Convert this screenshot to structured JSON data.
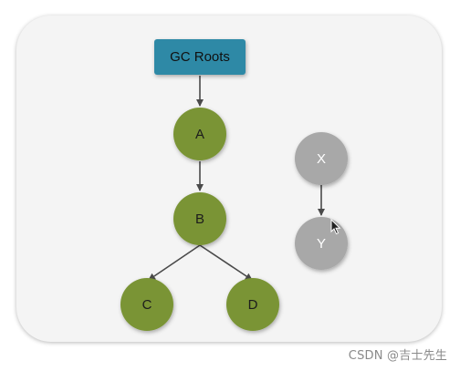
{
  "diagram": {
    "root": {
      "id": "gc-roots",
      "label": "GC Roots"
    },
    "nodes": [
      {
        "id": "a",
        "label": "A",
        "reachable": true
      },
      {
        "id": "b",
        "label": "B",
        "reachable": true
      },
      {
        "id": "c",
        "label": "C",
        "reachable": true
      },
      {
        "id": "d",
        "label": "D",
        "reachable": true
      },
      {
        "id": "x",
        "label": "X",
        "reachable": false
      },
      {
        "id": "y",
        "label": "Y",
        "reachable": false
      }
    ],
    "edges": [
      {
        "from": "gc-roots",
        "to": "a"
      },
      {
        "from": "a",
        "to": "b"
      },
      {
        "from": "b",
        "to": "c"
      },
      {
        "from": "b",
        "to": "d"
      },
      {
        "from": "x",
        "to": "y"
      }
    ]
  },
  "colors": {
    "root_fill": "#2f89a6",
    "reachable_fill": "#7a9436",
    "unreachable_fill": "#a8a8a8",
    "edge": "#4a4a4a",
    "panel": "#f4f4f4"
  },
  "watermark": "CSDN @吉士先生"
}
